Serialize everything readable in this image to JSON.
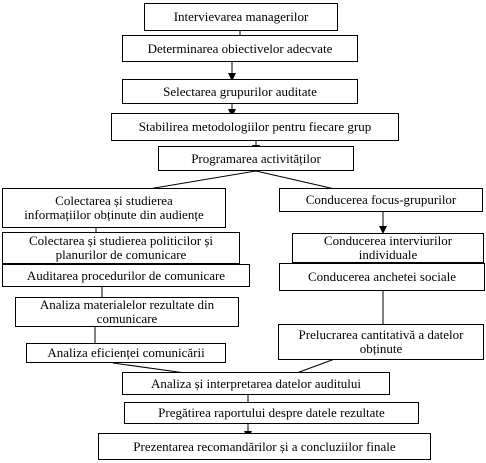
{
  "steps": {
    "interviews": "Intervievarea managerilor",
    "objectives": "Determinarea obiectivelor adecvate",
    "groups": "Selectarea grupurilor auditate",
    "methodology": "Stabilirea metodologiilor pentru fiecare grup",
    "scheduling": "Programarea activităților",
    "audience_info": "Colectarea și studierea\ninformațiilor obținute din audiențe",
    "policies": "Colectarea și studierea politicilor și\nplanurilor de comunicare",
    "procedures": "Auditarea procedurilor de comunicare",
    "materials": "Analiza materialelor rezultate din\ncomunicare",
    "efficiency": "Analiza eficienței comunicării",
    "focus_groups": "Conducerea focus-grupurilor",
    "individual_interviews": "Conducerea interviurilor\nindividuale",
    "social_surveys": "Conducerea anchetei sociale",
    "quant_processing": "Prelucrarea cantitativă a datelor\nobținute",
    "analysis": "Analiza și interpretarea datelor auditului",
    "report": "Pregătirea raportului despre datele rezultate",
    "recommendations": "Prezentarea recomandărilor și a concluziilor finale"
  }
}
